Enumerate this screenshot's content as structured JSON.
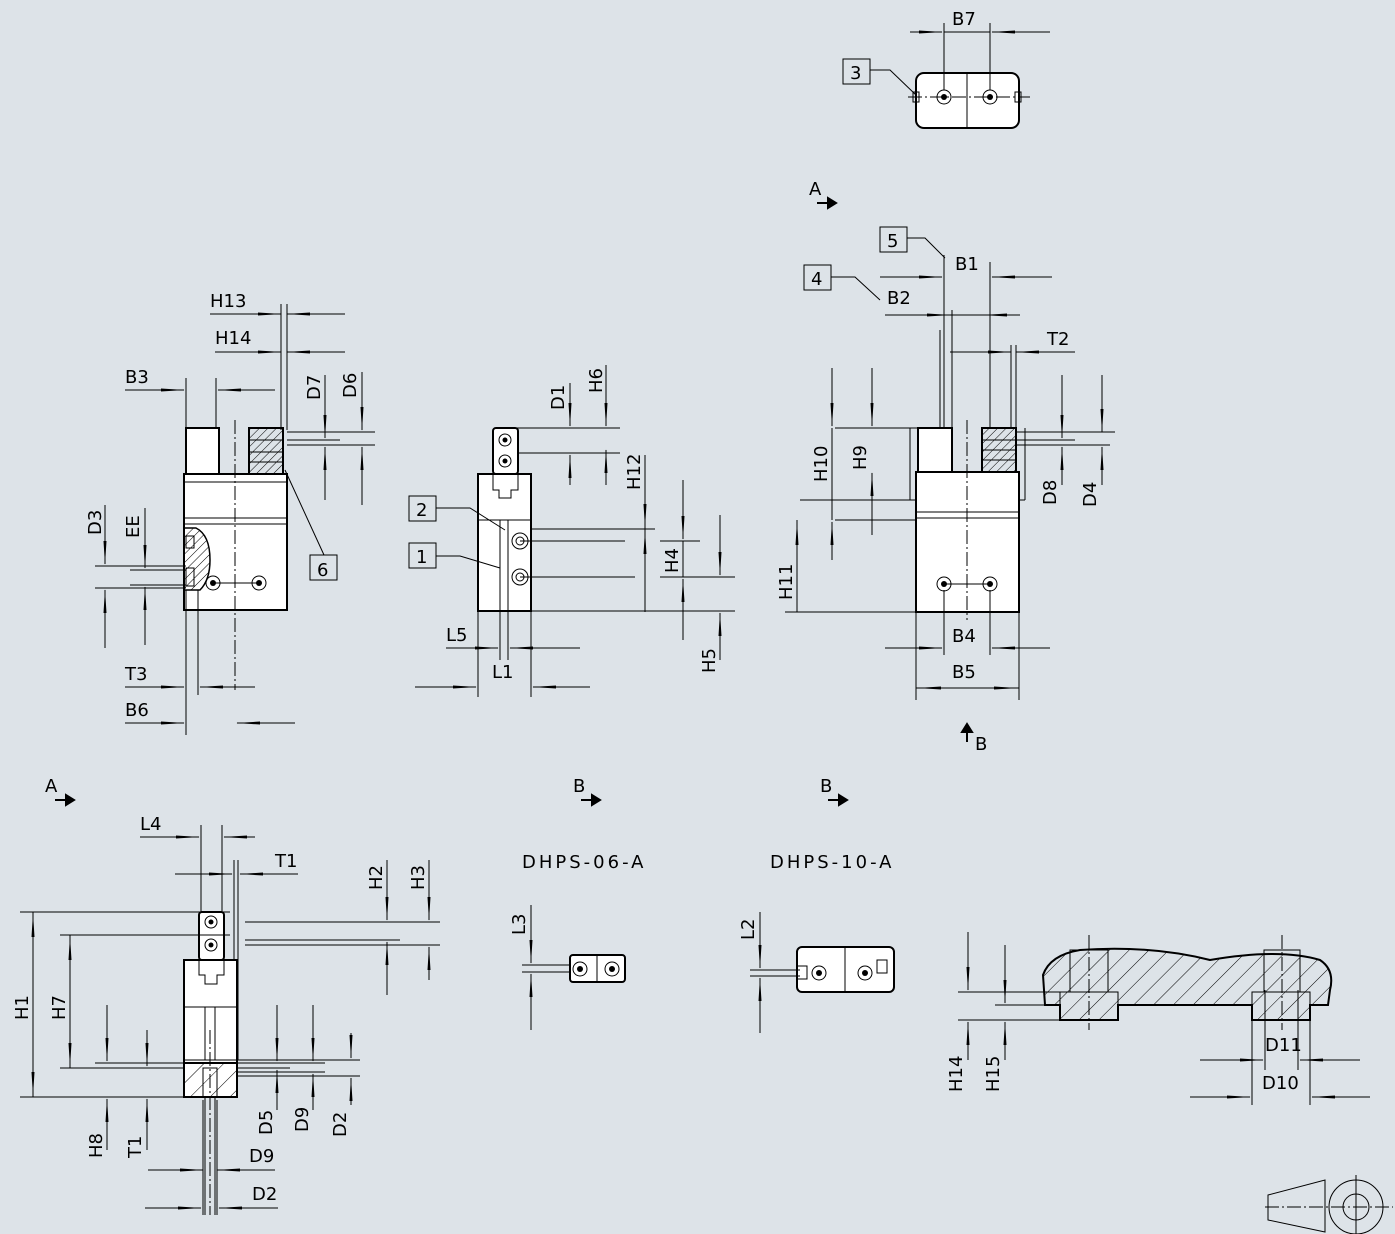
{
  "labels": {
    "B1": "B1",
    "B2": "B2",
    "B3": "B3",
    "B4": "B4",
    "B5": "B5",
    "B6": "B6",
    "B7": "B7",
    "D1": "D1",
    "D2": "D2",
    "D3": "D3",
    "D4": "D4",
    "D5": "D5",
    "D6": "D6",
    "D7": "D7",
    "D8": "D8",
    "D9": "D9",
    "D10": "D10",
    "D11": "D11",
    "EE": "EE",
    "H1": "H1",
    "H2": "H2",
    "H3": "H3",
    "H4": "H4",
    "H5": "H5",
    "H6": "H6",
    "H7": "H7",
    "H8": "H8",
    "H9": "H9",
    "H10": "H10",
    "H11": "H11",
    "H12": "H12",
    "H13": "H13",
    "H14": "H14",
    "H15": "H15",
    "L1": "L1",
    "L2": "L2",
    "L3": "L3",
    "L4": "L4",
    "L5": "L5",
    "T1": "T1",
    "T2": "T2",
    "T3": "T3"
  },
  "callouts": {
    "c1": "1",
    "c2": "2",
    "c3": "3",
    "c4": "4",
    "c5": "5",
    "c6": "6"
  },
  "view_markers": {
    "a": "A",
    "b": "B"
  },
  "variants": {
    "small": "DHPS-06-A",
    "large": "DHPS-10-A"
  }
}
